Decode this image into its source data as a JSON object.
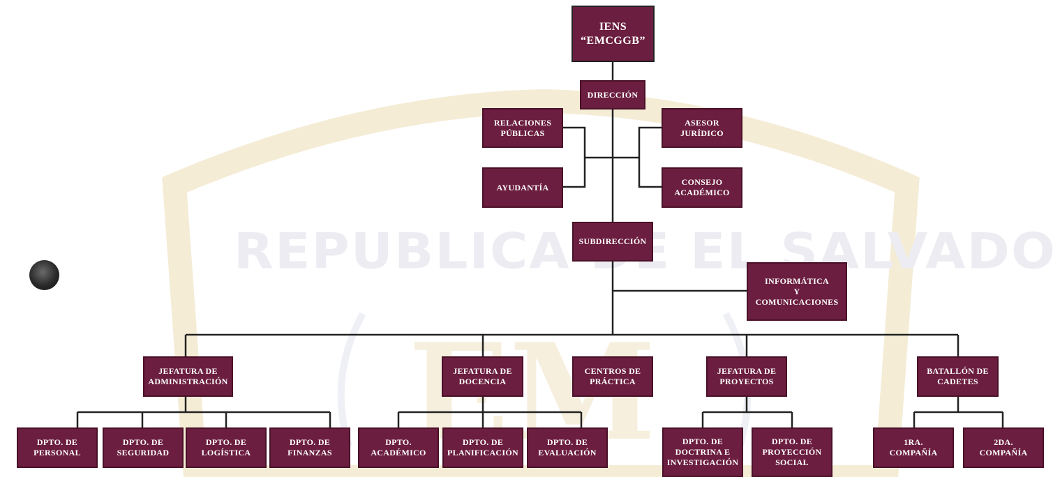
{
  "colors": {
    "box_fill": "#6b1e3f",
    "box_border": "#4a1028",
    "line": "#222222",
    "text": "#ffffff"
  },
  "watermark": {
    "text": "REPUBLICA DE EL SALVADOR",
    "letters": "EM"
  },
  "nodes": {
    "root": "IENS\n“EMCGGB”",
    "direccion": "DIRECCIÓN",
    "relaciones_publicas": "RELACIONES\nPÚBLICAS",
    "ayudantia": "AYUDANTÍA",
    "asesor_juridico": "ASESOR\nJURÍDICO",
    "consejo_academico": "CONSEJO\nACADÉMICO",
    "subdireccion": "SUBDIRECCIÓN",
    "informatica": "INFORMÁTICA\nY\nCOMUNICACIONES",
    "jef_administracion": "JEFATURA DE\nADMINISTRACIÓN",
    "jef_docencia": "JEFATURA DE\nDOCENCIA",
    "centros_practica": "CENTROS DE\nPRÁCTICA",
    "jef_proyectos": "JEFATURA DE\nPROYECTOS",
    "batallon_cadetes": "BATALLÓN DE\nCADETES",
    "dpto_personal": "DPTO. DE\nPERSONAL",
    "dpto_seguridad": "DPTO. DE\nSEGURIDAD",
    "dpto_logistica": "DPTO. DE\nLOGÍSTICA",
    "dpto_finanzas": "DPTO. DE\nFINANZAS",
    "dpto_academico": "DPTO.\nACADÉMICO",
    "dpto_planificacion": "DPTO. DE\nPLANIFICACIÓN",
    "dpto_evaluacion": "DPTO. DE\nEVALUACIÓN",
    "dpto_doctrina": "DPTO. DE\nDOCTRINA E\nINVESTIGACIÓN",
    "dpto_proyeccion": "DPTO. DE\nPROYECCIÓN\nSOCIAL",
    "primera_compania": "1RA.\nCOMPAÑÍA",
    "segunda_compania": "2DA.\nCOMPAÑÍA"
  }
}
